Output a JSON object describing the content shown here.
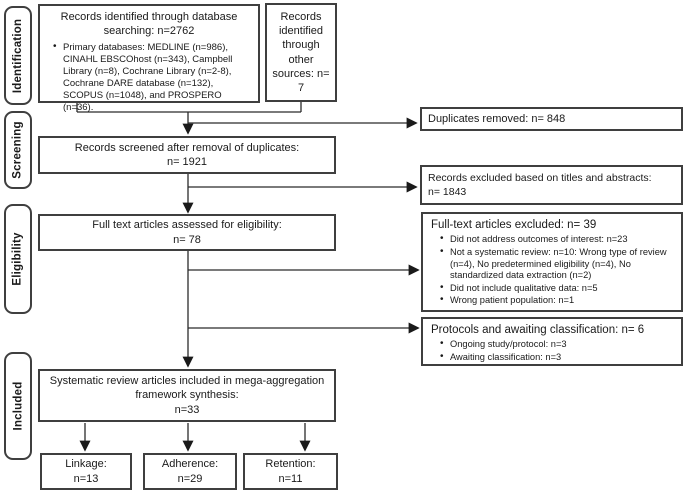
{
  "stages": [
    {
      "label": "Identification"
    },
    {
      "label": "Screening"
    },
    {
      "label": "Eligibility"
    },
    {
      "label": "Included"
    }
  ],
  "boxes": {
    "database_search": {
      "title": "Records identified through database searching: n=2762",
      "bullets": [
        "Primary databases: MEDLINE (n=986), CINAHL EBSCOhost (n=343), Campbell Library (n=8), Cochrane Library (n=2-8), Cochrane DARE database (n=132), SCOPUS (n=1048), and PROSPERO (n=36)."
      ]
    },
    "other_sources": {
      "title": "Records identified through other sources: n= 7"
    },
    "duplicates_removed": {
      "title": "Duplicates removed: n= 848"
    },
    "records_screened": {
      "line1": "Records screened after removal of duplicates:",
      "line2": "n= 1921"
    },
    "excluded_titles": {
      "line1": "Records excluded based on titles and abstracts:",
      "line2": "n= 1843"
    },
    "fulltext_assessed": {
      "line1": "Full text articles assessed for eligibility:",
      "line2": "n= 78"
    },
    "fulltext_excluded": {
      "header": "Full-text articles excluded: n= 39",
      "bullets": [
        "Did not address outcomes of interest: n=23",
        "Not a systematic review: n=10: Wrong type of review (n=4), No predetermined eligibility (n=4), No standardized data extraction (n=2)",
        "Did not include qualitative data: n=5",
        "Wrong patient population: n=1"
      ]
    },
    "protocols": {
      "header": "Protocols and awaiting classification: n= 6",
      "bullets": [
        "Ongoing study/protocol: n=3",
        "Awaiting classification: n=3"
      ]
    },
    "included_synthesis": {
      "line1": "Systematic review articles included in mega-aggregation framework synthesis:",
      "line2": "n=33"
    },
    "linkage": {
      "line1": "Linkage:",
      "line2": "n=13"
    },
    "adherence": {
      "line1": "Adherence:",
      "line2": "n=29"
    },
    "retention": {
      "line1": "Retention:",
      "line2": "n=11"
    }
  },
  "colors": {
    "border": "#3f3f3f",
    "line": "#2b2b2b",
    "text": "#1a1a1a",
    "background": "#ffffff"
  }
}
